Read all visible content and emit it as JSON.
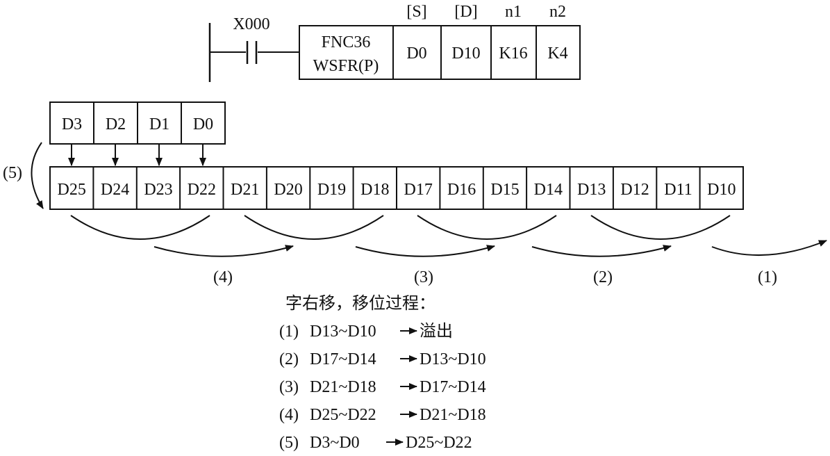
{
  "instruction": {
    "contact_label": "X000",
    "function_code": "FNC36",
    "mnemonic": "WSFR(P)",
    "operand_headers": [
      "[S]",
      "[D]",
      "n1",
      "n2"
    ],
    "operand_values": [
      "D0",
      "D10",
      "K16",
      "K4"
    ]
  },
  "source_registers": [
    "D3",
    "D2",
    "D1",
    "D0"
  ],
  "dest_registers": [
    "D25",
    "D24",
    "D23",
    "D22",
    "D21",
    "D20",
    "D19",
    "D18",
    "D17",
    "D16",
    "D15",
    "D14",
    "D13",
    "D12",
    "D11",
    "D10"
  ],
  "step_labels": [
    "(4)",
    "(3)",
    "(2)",
    "(1)"
  ],
  "side_step_label": "(5)",
  "caption": {
    "title": "字右移，移位过程：",
    "steps": [
      {
        "num": "(1)",
        "from": "D13~D10",
        "to": "溢出"
      },
      {
        "num": "(2)",
        "from": "D17~D14",
        "to": "D13~D10"
      },
      {
        "num": "(3)",
        "from": "D21~D18",
        "to": "D17~D14"
      },
      {
        "num": "(4)",
        "from": "D25~D22",
        "to": "D21~D18"
      },
      {
        "num": "(5)",
        "from": "D3~D0",
        "to": "D25~D22"
      }
    ]
  },
  "colors": {
    "ink": "#111111",
    "background": "#ffffff"
  }
}
